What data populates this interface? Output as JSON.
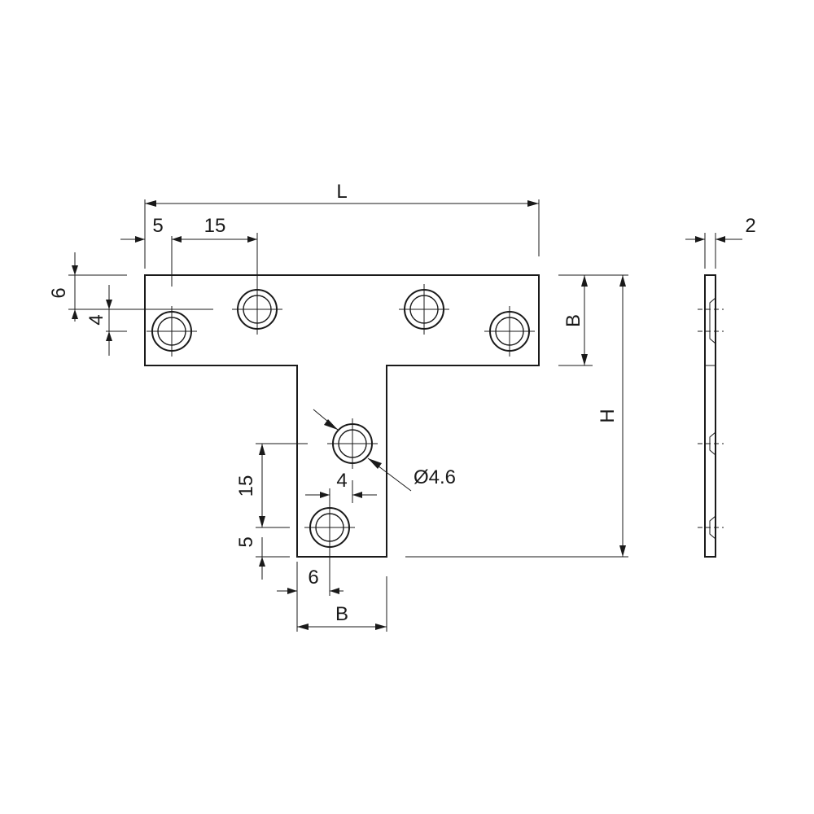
{
  "dimensions": {
    "length": "L",
    "edge_offset_x": "5",
    "hole_spacing_x": "15",
    "thickness": "2",
    "edge_offset_y": "6",
    "hole_stagger": "4",
    "width_top": "B",
    "height": "H",
    "hole_diameter": "Ø4.6",
    "hole_spacing_y": "15",
    "edge_offset_bottom": "5",
    "hole_stagger_bottom": "4",
    "edge_offset_bottom_x": "6",
    "width_bottom": "B"
  },
  "colors": {
    "line": "#1a1a1a",
    "background": "#ffffff"
  }
}
